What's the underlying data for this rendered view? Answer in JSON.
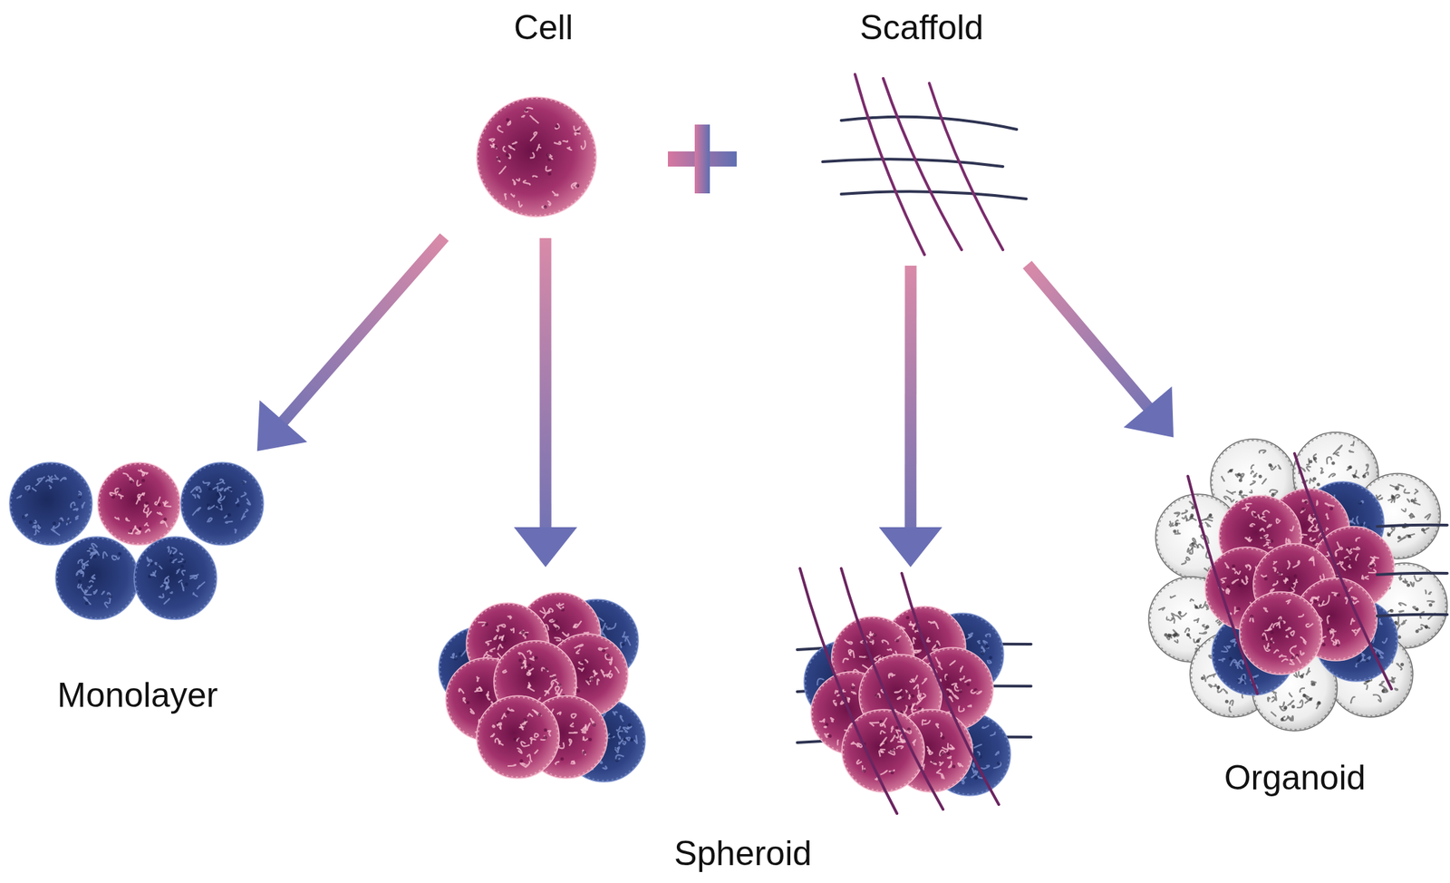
{
  "diagram": {
    "nodes": [
      {
        "text": [
          "Cell"
        ]
      },
      {
        "text": [
          "Scaffold"
        ]
      },
      {
        "text": [
          "Monolayer"
        ]
      },
      {
        "text": [
          "Spheroid"
        ]
      },
      {
        "text": [
          "Organoid"
        ]
      }
    ],
    "edges": [
      {
        "from": 0,
        "to": 2,
        "arrow": "to"
      },
      {
        "from": 0,
        "to": 3,
        "arrow": "to"
      },
      {
        "from": 1,
        "to": 3,
        "arrow": "to"
      },
      {
        "from": 1,
        "to": 4,
        "arrow": "to"
      }
    ]
  }
}
